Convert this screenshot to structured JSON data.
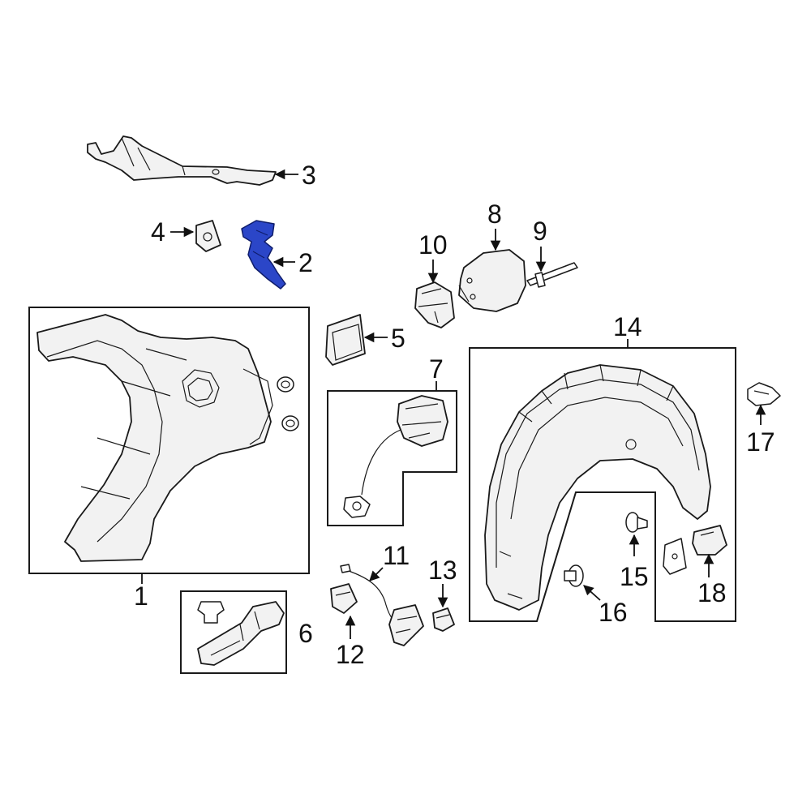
{
  "diagram": {
    "highlight_color": "#2b46c8",
    "highlighted_part": "2",
    "callouts": {
      "c1": "1",
      "c2": "2",
      "c3": "3",
      "c4": "4",
      "c5": "5",
      "c6": "6",
      "c7": "7",
      "c8": "8",
      "c9": "9",
      "c10": "10",
      "c11": "11",
      "c12": "12",
      "c13": "13",
      "c14": "14",
      "c15": "15",
      "c16": "16",
      "c17": "17",
      "c18": "18"
    }
  }
}
